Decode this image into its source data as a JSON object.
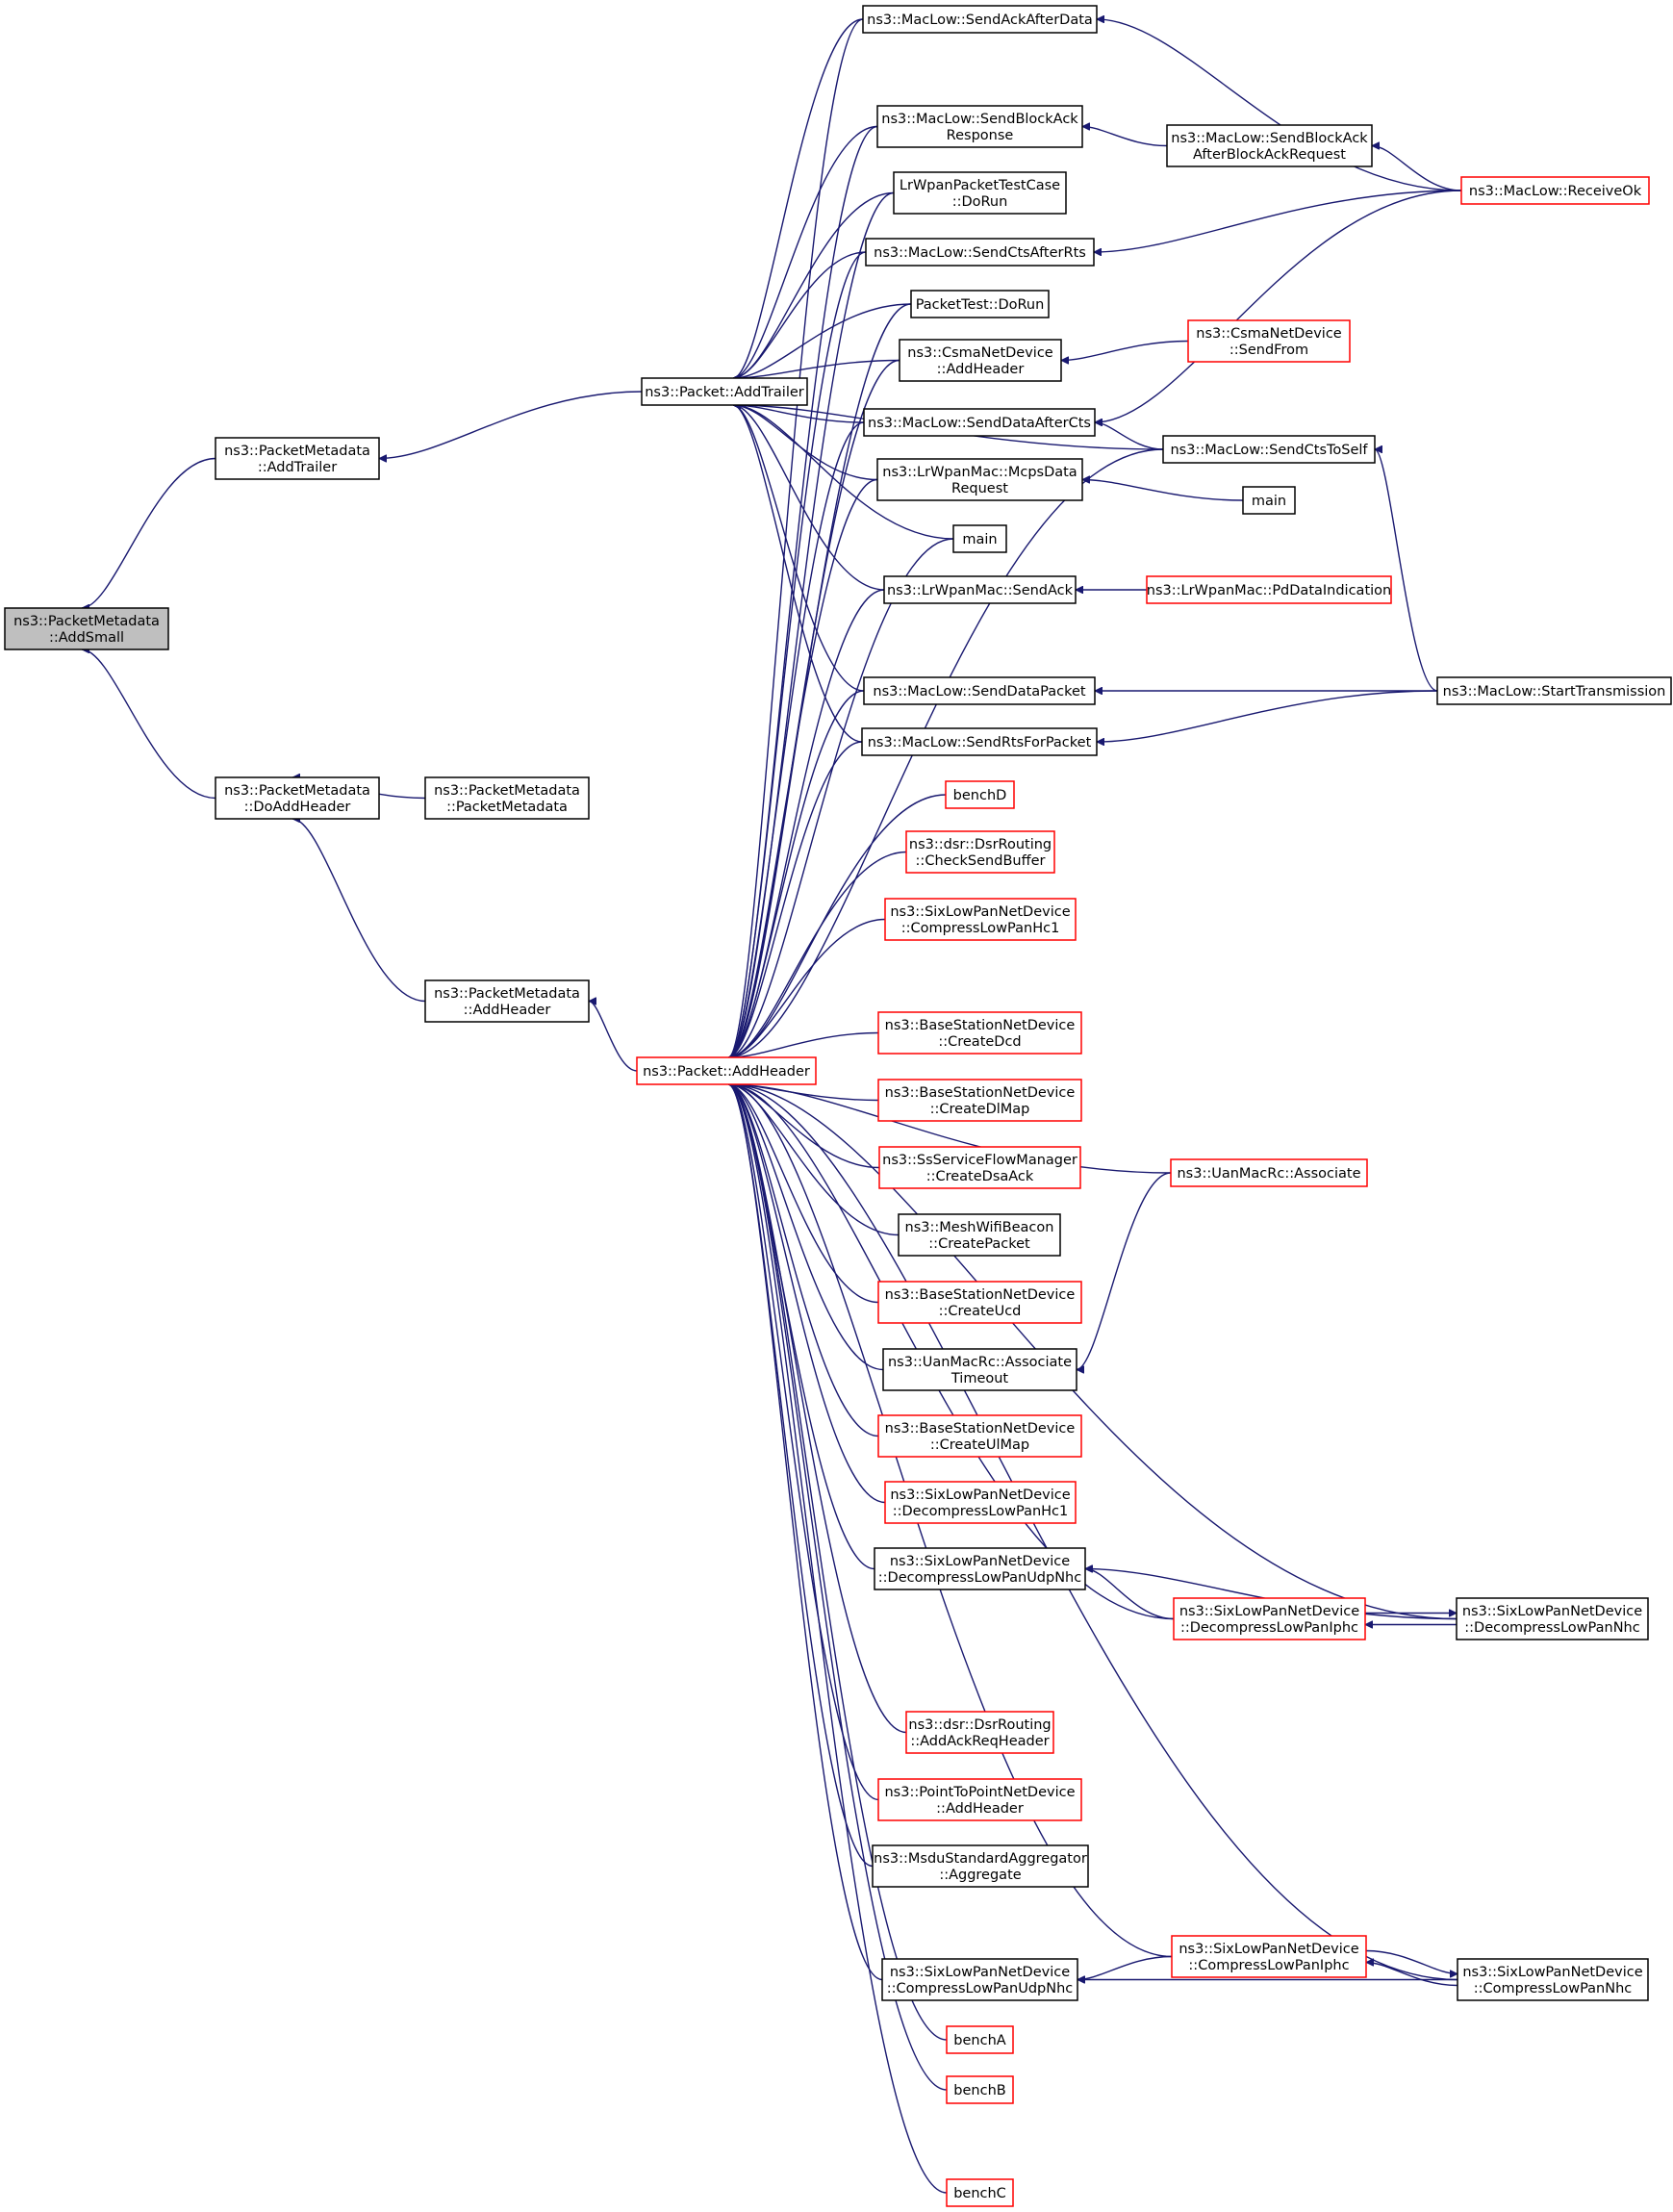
{
  "colors": {
    "edge": "#191970",
    "node_border_default": "#000000",
    "node_border_truncated": "#ff0000",
    "node_fill_default": "#ffffff",
    "node_fill_focus": "#bfbfbf"
  },
  "nodes": {
    "pm_addsmall": {
      "lines": [
        "ns3::PacketMetadata",
        "::AddSmall"
      ],
      "border": "black",
      "focus": true
    },
    "pm_addtrailer": {
      "lines": [
        "ns3::PacketMetadata",
        "::AddTrailer"
      ],
      "border": "black"
    },
    "pm_doaddheader": {
      "lines": [
        "ns3::PacketMetadata",
        "::DoAddHeader"
      ],
      "border": "black"
    },
    "pm_ctor": {
      "lines": [
        "ns3::PacketMetadata",
        "::PacketMetadata"
      ],
      "border": "black"
    },
    "pm_addheader": {
      "lines": [
        "ns3::PacketMetadata",
        "::AddHeader"
      ],
      "border": "black"
    },
    "packet_addtrailer": {
      "lines": [
        "ns3::Packet::AddTrailer"
      ],
      "border": "black"
    },
    "packet_addheader": {
      "lines": [
        "ns3::Packet::AddHeader"
      ],
      "border": "red"
    },
    "sendackafterdata": {
      "lines": [
        "ns3::MacLow::SendAckAfterData"
      ],
      "border": "black"
    },
    "sendblockackresponse": {
      "lines": [
        "ns3::MacLow::SendBlockAck",
        "Response"
      ],
      "border": "black"
    },
    "lrwpan_packettest": {
      "lines": [
        "LrWpanPacketTestCase",
        "::DoRun"
      ],
      "border": "black"
    },
    "sendctsafterrts": {
      "lines": [
        "ns3::MacLow::SendCtsAfterRts"
      ],
      "border": "black"
    },
    "packettest_dorun": {
      "lines": [
        "PacketTest::DoRun"
      ],
      "border": "black"
    },
    "csma_addheader": {
      "lines": [
        "ns3::CsmaNetDevice",
        "::AddHeader"
      ],
      "border": "black"
    },
    "senddataaftercts": {
      "lines": [
        "ns3::MacLow::SendDataAfterCts"
      ],
      "border": "black"
    },
    "mcpsdatarequest": {
      "lines": [
        "ns3::LrWpanMac::McpsData",
        "Request"
      ],
      "border": "black"
    },
    "main1": {
      "lines": [
        "main"
      ],
      "border": "black"
    },
    "lrwpan_sendack": {
      "lines": [
        "ns3::LrWpanMac::SendAck"
      ],
      "border": "black"
    },
    "senddatapacket": {
      "lines": [
        "ns3::MacLow::SendDataPacket"
      ],
      "border": "black"
    },
    "sendrtsforpacket": {
      "lines": [
        "ns3::MacLow::SendRtsForPacket"
      ],
      "border": "black"
    },
    "benchD": {
      "lines": [
        "benchD"
      ],
      "border": "red"
    },
    "dsr_checksendbuffer": {
      "lines": [
        "ns3::dsr::DsrRouting",
        "::CheckSendBuffer"
      ],
      "border": "red"
    },
    "sixlowpan_compresshc1": {
      "lines": [
        "ns3::SixLowPanNetDevice",
        "::CompressLowPanHc1"
      ],
      "border": "red"
    },
    "bs_createdcd": {
      "lines": [
        "ns3::BaseStationNetDevice",
        "::CreateDcd"
      ],
      "border": "red"
    },
    "bs_createdlmap": {
      "lines": [
        "ns3::BaseStationNetDevice",
        "::CreateDlMap"
      ],
      "border": "red"
    },
    "ss_createdsaack": {
      "lines": [
        "ns3::SsServiceFlowManager",
        "::CreateDsaAck"
      ],
      "border": "red"
    },
    "mesh_createpacket": {
      "lines": [
        "ns3::MeshWifiBeacon",
        "::CreatePacket"
      ],
      "border": "black"
    },
    "bs_createucd": {
      "lines": [
        "ns3::BaseStationNetDevice",
        "::CreateUcd"
      ],
      "border": "red"
    },
    "uan_associatetimeout": {
      "lines": [
        "ns3::UanMacRc::Associate",
        "Timeout"
      ],
      "border": "black"
    },
    "bs_createulmap": {
      "lines": [
        "ns3::BaseStationNetDevice",
        "::CreateUlMap"
      ],
      "border": "red"
    },
    "sixlowpan_decompresshc1": {
      "lines": [
        "ns3::SixLowPanNetDevice",
        "::DecompressLowPanHc1"
      ],
      "border": "red"
    },
    "sixlowpan_decompressudpnhc": {
      "lines": [
        "ns3::SixLowPanNetDevice",
        "::DecompressLowPanUdpNhc"
      ],
      "border": "black"
    },
    "dsr_addackreqheader": {
      "lines": [
        "ns3::dsr::DsrRouting",
        "::AddAckReqHeader"
      ],
      "border": "red"
    },
    "p2p_addheader": {
      "lines": [
        "ns3::PointToPointNetDevice",
        "::AddHeader"
      ],
      "border": "red"
    },
    "msdu_aggregate": {
      "lines": [
        "ns3::MsduStandardAggregator",
        "::Aggregate"
      ],
      "border": "black"
    },
    "sixlowpan_compressudpnhc": {
      "lines": [
        "ns3::SixLowPanNetDevice",
        "::CompressLowPanUdpNhc"
      ],
      "border": "black"
    },
    "benchA": {
      "lines": [
        "benchA"
      ],
      "border": "red"
    },
    "benchB": {
      "lines": [
        "benchB"
      ],
      "border": "red"
    },
    "benchC": {
      "lines": [
        "benchC"
      ],
      "border": "red"
    },
    "sendblockackafterreq": {
      "lines": [
        "ns3::MacLow::SendBlockAck",
        "AfterBlockAckRequest"
      ],
      "border": "black"
    },
    "csma_sendfrom": {
      "lines": [
        "ns3::CsmaNetDevice",
        "::SendFrom"
      ],
      "border": "red"
    },
    "sendctstoself": {
      "lines": [
        "ns3::MacLow::SendCtsToSelf"
      ],
      "border": "black"
    },
    "main2": {
      "lines": [
        "main"
      ],
      "border": "black"
    },
    "lrwpan_pddataindication": {
      "lines": [
        "ns3::LrWpanMac::PdDataIndication"
      ],
      "border": "red"
    },
    "uan_associate": {
      "lines": [
        "ns3::UanMacRc::Associate"
      ],
      "border": "red"
    },
    "sixlowpan_decompressiphc": {
      "lines": [
        "ns3::SixLowPanNetDevice",
        "::DecompressLowPanIphc"
      ],
      "border": "red"
    },
    "sixlowpan_compressiphc": {
      "lines": [
        "ns3::SixLowPanNetDevice",
        "::CompressLowPanIphc"
      ],
      "border": "red"
    },
    "receiveok": {
      "lines": [
        "ns3::MacLow::ReceiveOk"
      ],
      "border": "red"
    },
    "starttransmission": {
      "lines": [
        "ns3::MacLow::StartTransmission"
      ],
      "border": "black"
    },
    "sixlowpan_decompressnhc": {
      "lines": [
        "ns3::SixLowPanNetDevice",
        "::DecompressLowPanNhc"
      ],
      "border": "black"
    },
    "sixlowpan_compressnhc": {
      "lines": [
        "ns3::SixLowPanNetDevice",
        "::CompressLowPanNhc"
      ],
      "border": "black"
    }
  },
  "edges": [
    [
      "pm_addtrailer",
      "pm_addsmall"
    ],
    [
      "pm_doaddheader",
      "pm_addsmall"
    ],
    [
      "pm_ctor",
      "pm_doaddheader"
    ],
    [
      "pm_addheader",
      "pm_doaddheader"
    ],
    [
      "packet_addtrailer",
      "pm_addtrailer"
    ],
    [
      "packet_addheader",
      "pm_addheader"
    ],
    [
      "sendackafterdata",
      "packet_addtrailer"
    ],
    [
      "sendblockackresponse",
      "packet_addtrailer"
    ],
    [
      "lrwpan_packettest",
      "packet_addtrailer"
    ],
    [
      "sendctsafterrts",
      "packet_addtrailer"
    ],
    [
      "packettest_dorun",
      "packet_addtrailer"
    ],
    [
      "csma_addheader",
      "packet_addtrailer"
    ],
    [
      "senddataaftercts",
      "packet_addtrailer"
    ],
    [
      "mcpsdatarequest",
      "packet_addtrailer"
    ],
    [
      "main1",
      "packet_addtrailer"
    ],
    [
      "lrwpan_sendack",
      "packet_addtrailer"
    ],
    [
      "senddatapacket",
      "packet_addtrailer"
    ],
    [
      "sendrtsforpacket",
      "packet_addtrailer"
    ],
    [
      "sendctstoself",
      "packet_addtrailer"
    ],
    [
      "sendackafterdata",
      "packet_addheader"
    ],
    [
      "sendblockackresponse",
      "packet_addheader"
    ],
    [
      "lrwpan_packettest",
      "packet_addheader"
    ],
    [
      "sendctsafterrts",
      "packet_addheader"
    ],
    [
      "packettest_dorun",
      "packet_addheader"
    ],
    [
      "csma_addheader",
      "packet_addheader"
    ],
    [
      "senddataaftercts",
      "packet_addheader"
    ],
    [
      "mcpsdatarequest",
      "packet_addheader"
    ],
    [
      "main1",
      "packet_addheader"
    ],
    [
      "lrwpan_sendack",
      "packet_addheader"
    ],
    [
      "senddatapacket",
      "packet_addheader"
    ],
    [
      "sendrtsforpacket",
      "packet_addheader"
    ],
    [
      "sendctstoself",
      "packet_addheader"
    ],
    [
      "benchD",
      "packet_addheader"
    ],
    [
      "dsr_checksendbuffer",
      "packet_addheader"
    ],
    [
      "sixlowpan_compresshc1",
      "packet_addheader"
    ],
    [
      "uan_associate",
      "packet_addheader"
    ],
    [
      "bs_createdcd",
      "packet_addheader"
    ],
    [
      "bs_createdlmap",
      "packet_addheader"
    ],
    [
      "ss_createdsaack",
      "packet_addheader"
    ],
    [
      "mesh_createpacket",
      "packet_addheader"
    ],
    [
      "bs_createucd",
      "packet_addheader"
    ],
    [
      "uan_associatetimeout",
      "packet_addheader"
    ],
    [
      "bs_createulmap",
      "packet_addheader"
    ],
    [
      "sixlowpan_decompresshc1",
      "packet_addheader"
    ],
    [
      "sixlowpan_decompressudpnhc",
      "packet_addheader"
    ],
    [
      "sixlowpan_decompressiphc",
      "packet_addheader"
    ],
    [
      "sixlowpan_decompressnhc",
      "packet_addheader"
    ],
    [
      "dsr_addackreqheader",
      "packet_addheader"
    ],
    [
      "p2p_addheader",
      "packet_addheader"
    ],
    [
      "msdu_aggregate",
      "packet_addheader"
    ],
    [
      "sixlowpan_compressiphc",
      "packet_addheader"
    ],
    [
      "sixlowpan_compressudpnhc",
      "packet_addheader"
    ],
    [
      "benchA",
      "packet_addheader"
    ],
    [
      "benchB",
      "packet_addheader"
    ],
    [
      "sixlowpan_compressnhc",
      "packet_addheader"
    ],
    [
      "benchC",
      "packet_addheader"
    ],
    [
      "receiveok",
      "sendackafterdata"
    ],
    [
      "sendblockackafterreq",
      "sendblockackresponse"
    ],
    [
      "receiveok",
      "sendblockackafterreq"
    ],
    [
      "receiveok",
      "sendctsafterrts"
    ],
    [
      "csma_sendfrom",
      "csma_addheader"
    ],
    [
      "receiveok",
      "senddataaftercts"
    ],
    [
      "sendctstoself",
      "senddataaftercts"
    ],
    [
      "starttransmission",
      "sendctstoself"
    ],
    [
      "main2",
      "mcpsdatarequest"
    ],
    [
      "lrwpan_pddataindication",
      "lrwpan_sendack"
    ],
    [
      "starttransmission",
      "senddatapacket"
    ],
    [
      "starttransmission",
      "sendrtsforpacket"
    ],
    [
      "uan_associate",
      "uan_associatetimeout"
    ],
    [
      "sixlowpan_decompressnhc",
      "sixlowpan_decompressudpnhc"
    ],
    [
      "sixlowpan_decompressiphc",
      "sixlowpan_decompressudpnhc"
    ],
    [
      "sixlowpan_decompressnhc",
      "sixlowpan_decompressiphc"
    ],
    [
      "sixlowpan_decompressiphc",
      "sixlowpan_decompressnhc"
    ],
    [
      "sixlowpan_compressiphc",
      "sixlowpan_compressudpnhc"
    ],
    [
      "sixlowpan_compressnhc",
      "sixlowpan_compressudpnhc"
    ],
    [
      "sixlowpan_compressnhc",
      "sixlowpan_compressiphc"
    ],
    [
      "sixlowpan_compressiphc",
      "sixlowpan_compressnhc"
    ]
  ]
}
